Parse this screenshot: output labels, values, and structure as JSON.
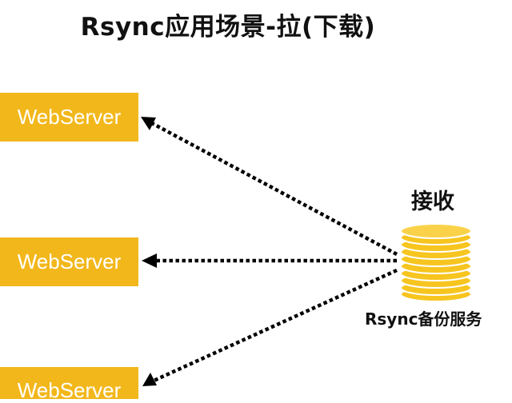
{
  "title": "Rsync应用场景-拉(下载)",
  "servers": [
    {
      "label": "WebServer"
    },
    {
      "label": "WebServer"
    },
    {
      "label": "WebServer"
    }
  ],
  "backup": {
    "receive_label": "接收",
    "service_label": "Rsync备份服务",
    "icon": "database-stack-icon"
  },
  "colors": {
    "server_fill": "#f2b71b",
    "server_text": "#ffffff",
    "db_fill": "#f7c51f",
    "db_stroke": "#ffffff",
    "arrow": "#000000"
  }
}
